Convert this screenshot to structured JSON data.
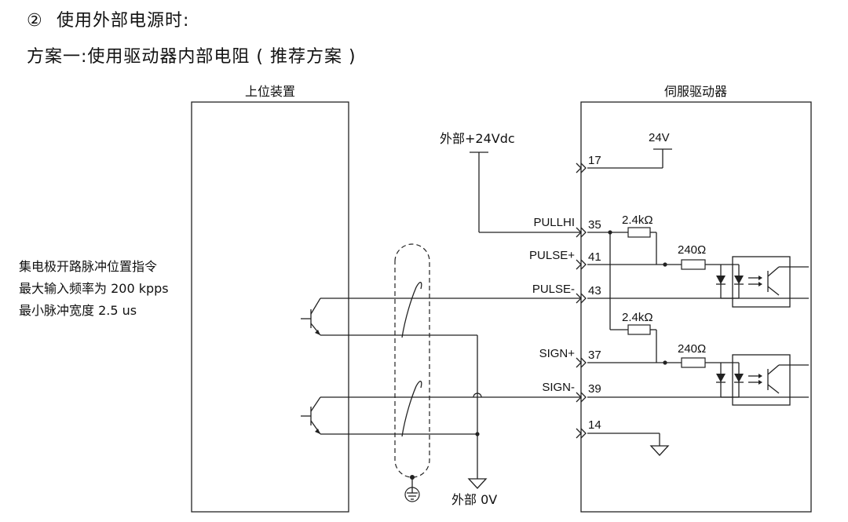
{
  "heading_1": {
    "num": "②",
    "text": "使用外部电源时:"
  },
  "heading_2": "方案一:使用驱动器内部电阻 ( 推荐方案 )",
  "host_box_label": "上位装置",
  "driver_box_label": "伺服驱动器",
  "host_note": [
    "集电极开路脉冲位置指令",
    "最大输入频率为 200 kpps",
    "最小脉冲宽度 2.5 us"
  ],
  "ext_supply_label": "外部+24Vdc",
  "ext_ground_label": "外部 0V",
  "internal_supply_label": "24V",
  "signals": {
    "pullhi": {
      "name": "PULLHI",
      "pin": "35"
    },
    "pulse_plus": {
      "name": "PULSE+",
      "pin": "41"
    },
    "pulse_minus": {
      "name": "PULSE-",
      "pin": "43"
    },
    "sign_plus": {
      "name": "SIGN+",
      "pin": "37"
    },
    "sign_minus": {
      "name": "SIGN-",
      "pin": "39"
    }
  },
  "pins_unlabeled": {
    "supply_pin": "17",
    "ground_pin": "14"
  },
  "resistors": {
    "pullup_1": "2.4kΩ",
    "pullup_2": "2.4kΩ",
    "series_1": "240Ω",
    "series_2": "240Ω"
  }
}
